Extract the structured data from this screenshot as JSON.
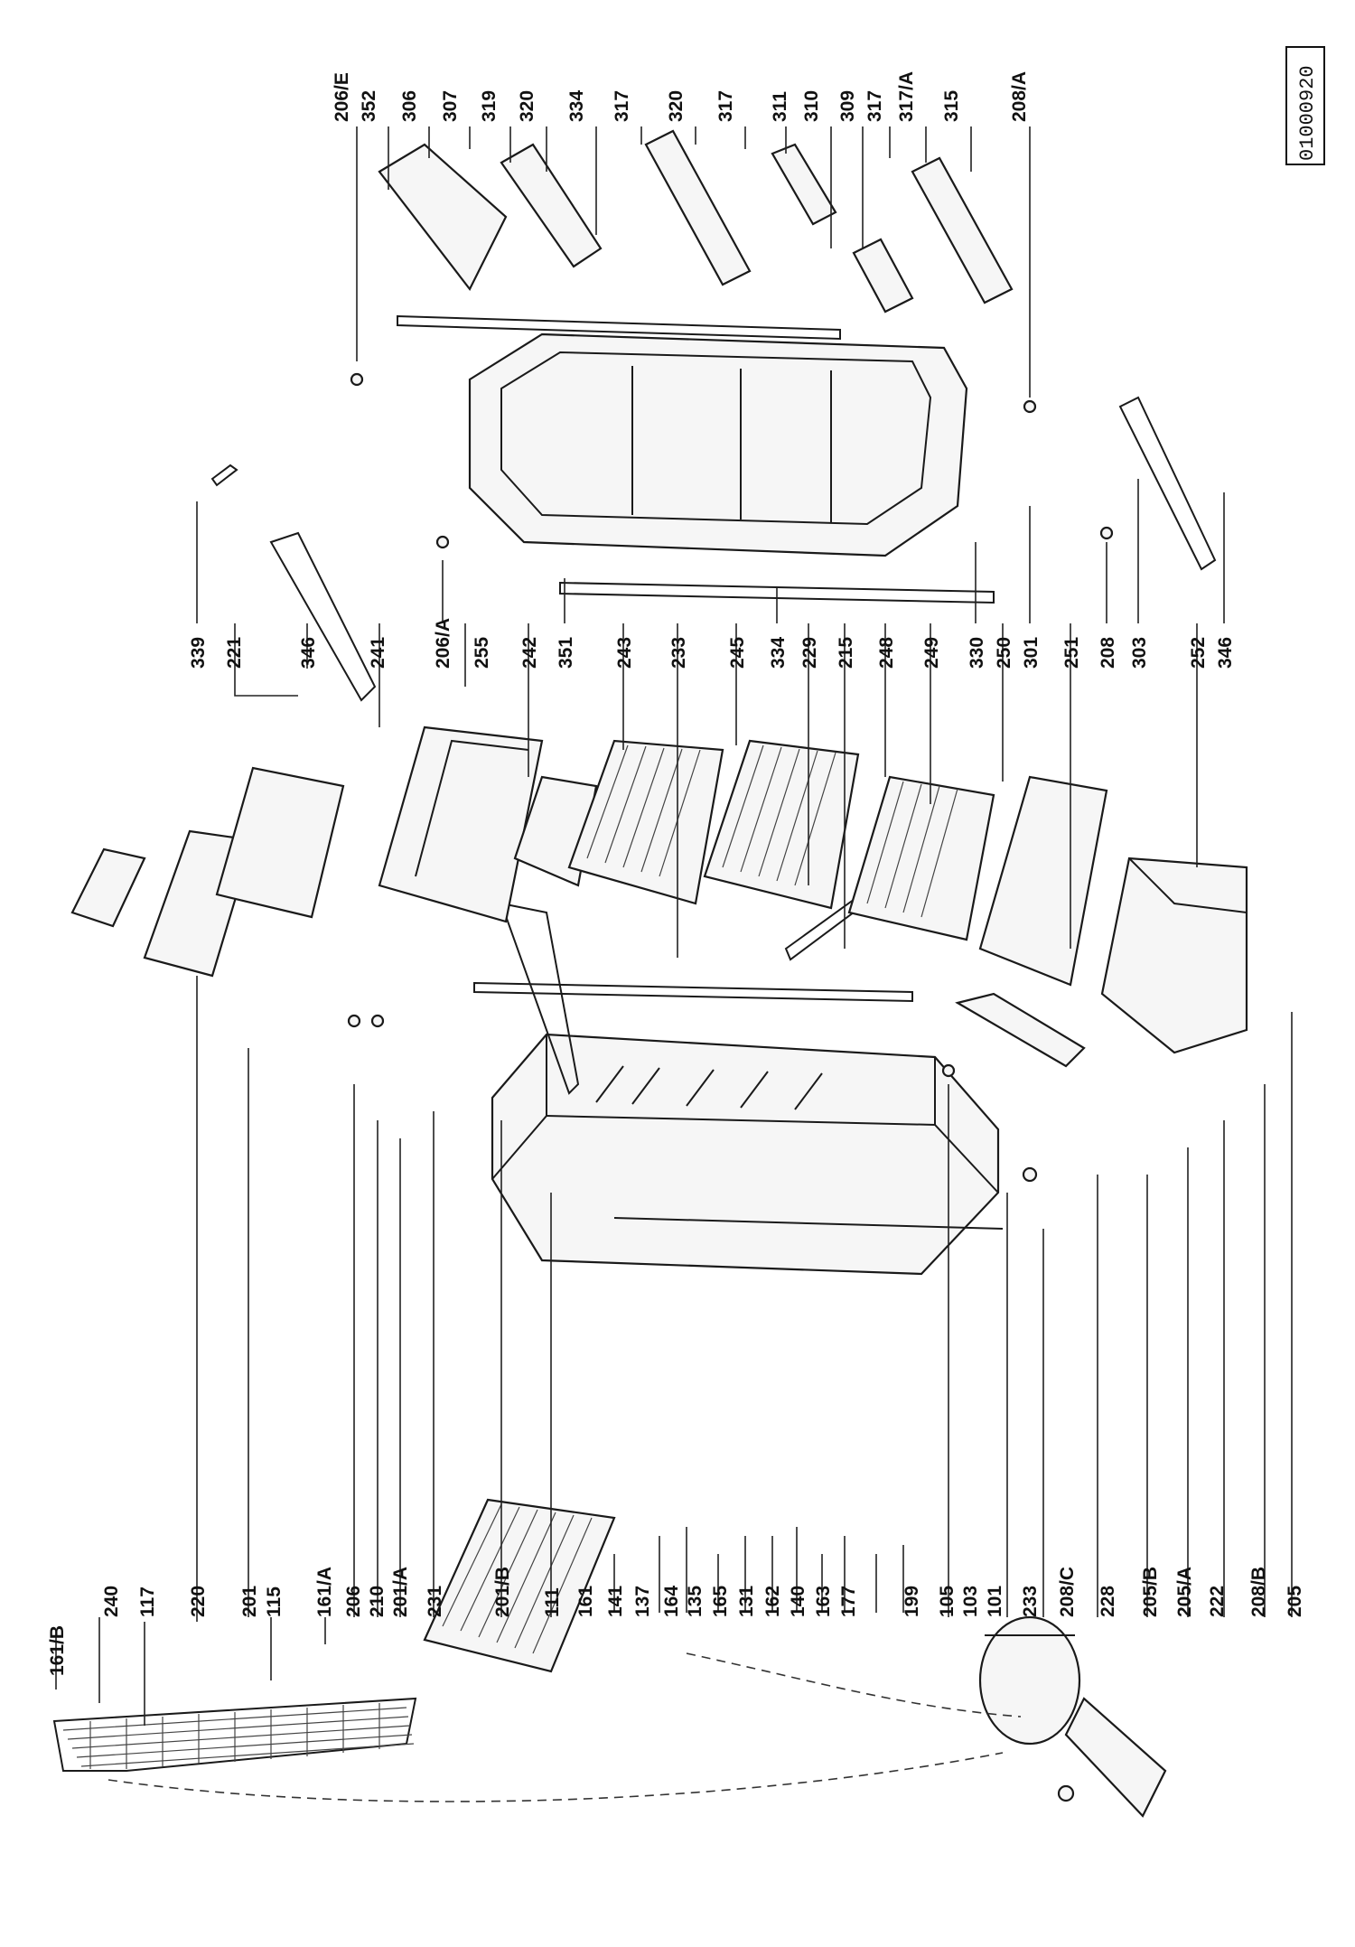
{
  "document_id": "01000920",
  "callouts": {
    "c_161B": "161/B",
    "c_240": "240",
    "c_117": "117",
    "c_220": "220",
    "c_201": "201",
    "c_115": "115",
    "c_161A": "161/A",
    "c_206": "206",
    "c_210": "210",
    "c_201A": "201/A",
    "c_231": "231",
    "c_201B": "201/B",
    "c_111": "111",
    "c_161": "161",
    "c_141": "141",
    "c_137": "137",
    "c_164": "164",
    "c_135": "135",
    "c_165": "165",
    "c_131": "131",
    "c_162": "162",
    "c_140": "140",
    "c_163": "163",
    "c_177": "177",
    "c_199": "199",
    "c_105": "105",
    "c_103": "103",
    "c_101": "101",
    "c_233b": "233",
    "c_208C": "208/C",
    "c_228": "228",
    "c_205B": "205/B",
    "c_205A": "205/A",
    "c_222": "222",
    "c_208B": "208/B",
    "c_205": "205",
    "c_339": "339",
    "c_221": "221",
    "c_346a": "346",
    "c_241": "241",
    "c_206A": "206/A",
    "c_255": "255",
    "c_242": "242",
    "c_351": "351",
    "c_243": "243",
    "c_233a": "233",
    "c_245": "245",
    "c_334a": "334",
    "c_229": "229",
    "c_215": "215",
    "c_248": "248",
    "c_249": "249",
    "c_330": "330",
    "c_250": "250",
    "c_301": "301",
    "c_251": "251",
    "c_208": "208",
    "c_303": "303",
    "c_252": "252",
    "c_346b": "346",
    "c_206E": "206/E",
    "c_352": "352",
    "c_306": "306",
    "c_307": "307",
    "c_319": "319",
    "c_320a": "320",
    "c_334b": "334",
    "c_317a": "317",
    "c_320b": "320",
    "c_317b": "317",
    "c_311": "311",
    "c_310": "310",
    "c_309": "309",
    "c_317c": "317",
    "c_317A": "317/A",
    "c_315": "315",
    "c_208A": "208/A"
  }
}
